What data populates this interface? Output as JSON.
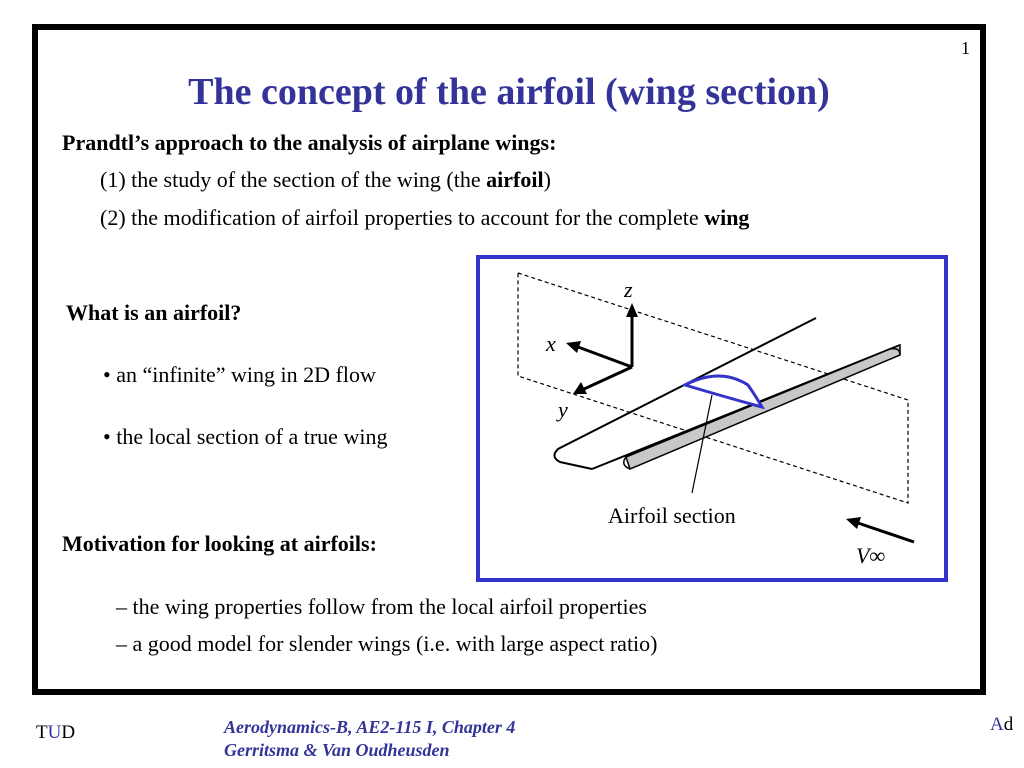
{
  "slide": {
    "page_number": "1",
    "title": "The concept of the airfoil (wing section)"
  },
  "intro": {
    "heading": "Prandtl’s approach to the analysis of airplane wings:",
    "item1_prefix": "(1) the study of the section of the wing (the ",
    "item1_bold": "airfoil",
    "item1_suffix": ")",
    "item2_prefix": "(2) the modification of airfoil properties to account for the complete ",
    "item2_bold": "wing"
  },
  "what_is": {
    "heading": "What is an airfoil?",
    "bullets": [
      "• an “infinite” wing in 2D flow",
      "• the local section of a true wing"
    ]
  },
  "motivation": {
    "heading": "Motivation for looking at airfoils:",
    "items": [
      "–   the wing properties follow from the local airfoil properties",
      "–   a good model for slender wings  (i.e. with large aspect ratio)"
    ]
  },
  "figure": {
    "axis_z": "z",
    "axis_x": "x",
    "axis_y": "y",
    "section_label": "Airfoil section",
    "velocity_label": "V∞",
    "frame_color": "#3333cc",
    "airfoil_color": "#3333cc"
  },
  "footer": {
    "left_1": "T",
    "left_2": "U",
    "left_3": "D",
    "center_line1": "Aerodynamics-B, AE2-115 I, Chapter 4",
    "center_line2": "Gerritsma & Van Oudheusden",
    "right_1": "A",
    "right_2": "d"
  },
  "colors": {
    "title": "#333399",
    "accent": "#3333cc"
  }
}
